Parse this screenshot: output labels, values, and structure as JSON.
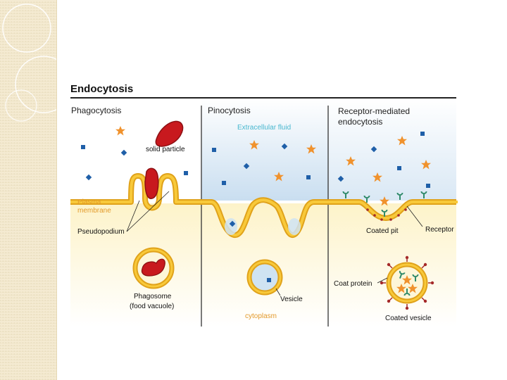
{
  "diagram": {
    "title": "Endocytosis",
    "panels": {
      "phagocytosis": {
        "heading": "Phagocytosis",
        "solid_particle": "solid particle",
        "plasma_membrane_line1": "Plasma",
        "plasma_membrane_line2": "membrane",
        "pseudopodium": "Pseudopodium",
        "phagosome_line1": "Phagosome",
        "phagosome_line2": "(food vacuole)"
      },
      "pinocytosis": {
        "heading": "Pinocytosis",
        "extracellular_fluid": "Extracellular fluid",
        "vesicle": "Vesicle",
        "cytoplasm": "cytoplasm"
      },
      "receptor_mediated": {
        "heading_line1": "Receptor-mediated",
        "heading_line2": "endocytosis",
        "coated_pit": "Coated pit",
        "receptor": "Receptor",
        "coat_protein": "Coat protein",
        "coated_vesicle": "Coated vesicle"
      }
    },
    "colors": {
      "membrane_outer": "#e0a21a",
      "membrane_inner": "#f8c93a",
      "particle": "#c8191e",
      "star": "#f0922d",
      "square": "#1f5fa8",
      "extracellular": "#cfe3f2",
      "cytoplasm": "#fdf6d8",
      "receptor": "#2f8a6a",
      "coat": "#a52a2a"
    }
  }
}
